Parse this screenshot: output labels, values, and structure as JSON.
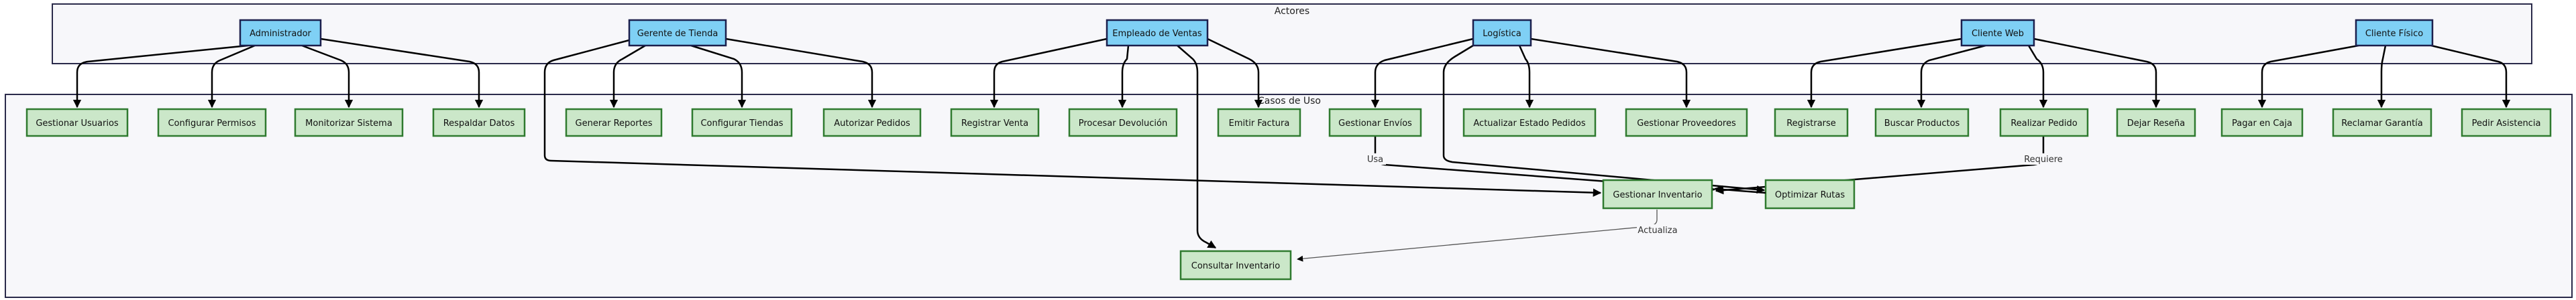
{
  "clusters": {
    "actors": "Actores",
    "use_cases": "Casos de Uso"
  },
  "actors": {
    "admin": "Administrador",
    "gerente": "Gerente de Tienda",
    "empleado": "Empleado de Ventas",
    "logistica": "Logística",
    "web": "Cliente Web",
    "fisico": "Cliente Físico"
  },
  "use_cases": {
    "gestionar_usuarios": "Gestionar Usuarios",
    "configurar_permisos": "Configurar Permisos",
    "monitorizar_sistema": "Monitorizar Sistema",
    "respaldar_datos": "Respaldar Datos",
    "generar_reportes": "Generar Reportes",
    "configurar_tiendas": "Configurar Tiendas",
    "autorizar_pedidos": "Autorizar Pedidos",
    "registrar_venta": "Registrar Venta",
    "procesar_devolucion": "Procesar Devolución",
    "emitir_factura": "Emitir Factura",
    "gestionar_envios": "Gestionar Envíos",
    "actualizar_estado": "Actualizar Estado Pedidos",
    "gestionar_proveedores": "Gestionar Proveedores",
    "registrarse": "Registrarse",
    "buscar_productos": "Buscar Productos",
    "realizar_pedido": "Realizar Pedido",
    "dejar_resena": "Dejar Reseña",
    "pagar_caja": "Pagar en Caja",
    "reclamar_garantia": "Reclamar Garantía",
    "pedir_asistencia": "Pedir Asistencia",
    "gestionar_inventario": "Gestionar Inventario",
    "optimizar_rutas": "Optimizar Rutas",
    "consultar_inventario": "Consultar Inventario"
  },
  "edge_labels": {
    "usa": "Usa",
    "requiere": "Requiere",
    "actualiza": "Actualiza"
  }
}
